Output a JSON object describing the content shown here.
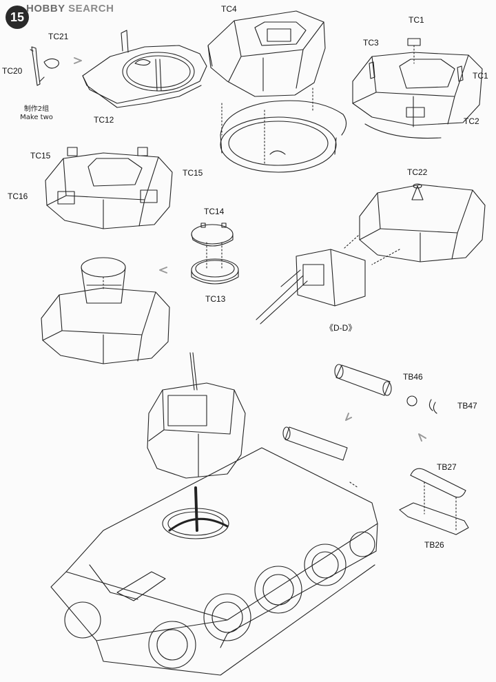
{
  "watermark": {
    "hobby": "HOBBY",
    "search": "SEARCH"
  },
  "step_number": "15",
  "labels": {
    "tc20": "TC20",
    "tc21": "TC21",
    "tc12": "TC12",
    "tc4": "TC4",
    "tc3": "TC3",
    "tc1_top": "TC1",
    "tc1_right": "TC1",
    "tc2": "TC2",
    "tc15_left": "TC15",
    "tc15_right": "TC15",
    "tc16": "TC16",
    "tc14": "TC14",
    "tc13": "TC13",
    "tc22": "TC22",
    "section_dd": "《D-D》",
    "tb46": "TB46",
    "tb47": "TB47",
    "tb27": "TB27",
    "tb26": "TB26"
  },
  "notes": {
    "make_two_cn": "制作2组",
    "make_two_en": "Make two"
  },
  "colors": {
    "line": "#222222",
    "badge": "#2a2a2a",
    "watermark": "#8a8a8a"
  }
}
